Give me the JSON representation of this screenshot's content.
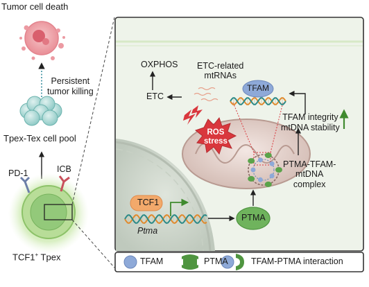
{
  "left_panel": {
    "tumor_cell_death": "Tumor cell death",
    "persistent_line1": "Persistent",
    "persistent_line2": "tumor killing",
    "tpex_pool": "Tpex-Tex cell pool",
    "pd1": "PD-1",
    "icb": "ICB",
    "tcf1_tpex": "TCF1",
    "tcf1_sup": "+",
    "tpex_word": " Tpex"
  },
  "right_panel": {
    "oxphos": "OXPHOS",
    "etc": "ETC",
    "etc_mtrnas_line1": "ETC-related",
    "etc_mtrnas_line2": "mtRNAs",
    "tfam_top": "TFAM",
    "tfam_integrity": "TFAM integrity",
    "mtdna_stability": "mtDNA stability",
    "ros_line1": "ROS",
    "ros_line2": "stress",
    "complex_line1": "PTMA-TFAM-",
    "complex_line2": "mtDNA",
    "complex_line3": "complex",
    "tcf1": "TCF1",
    "ptma_gene": "Ptma",
    "ptma_protein": "PTMA"
  },
  "legend": {
    "tfam": "TFAM",
    "ptma": "PTMA",
    "interaction": "TFAM-PTMA interaction"
  },
  "colors": {
    "panel_bg": "#eef3ea",
    "ptma_green": "#5aa34a",
    "tfam_blue": "#8ea9d8",
    "ros_red": "#d9373d",
    "tcf1_orange": "#f2a96b",
    "dna_orange": "#e08a2e",
    "dna_teal": "#2c8a87"
  },
  "icons": [
    "tumor-cell-icon",
    "tcell-cluster-icon",
    "tpex-cell-icon",
    "mitochondrion-icon",
    "ros-burst-icon",
    "lightning-icon",
    "dna-helix-icon",
    "mtdna-circle-icon",
    "trend-up-arrow-icon"
  ]
}
